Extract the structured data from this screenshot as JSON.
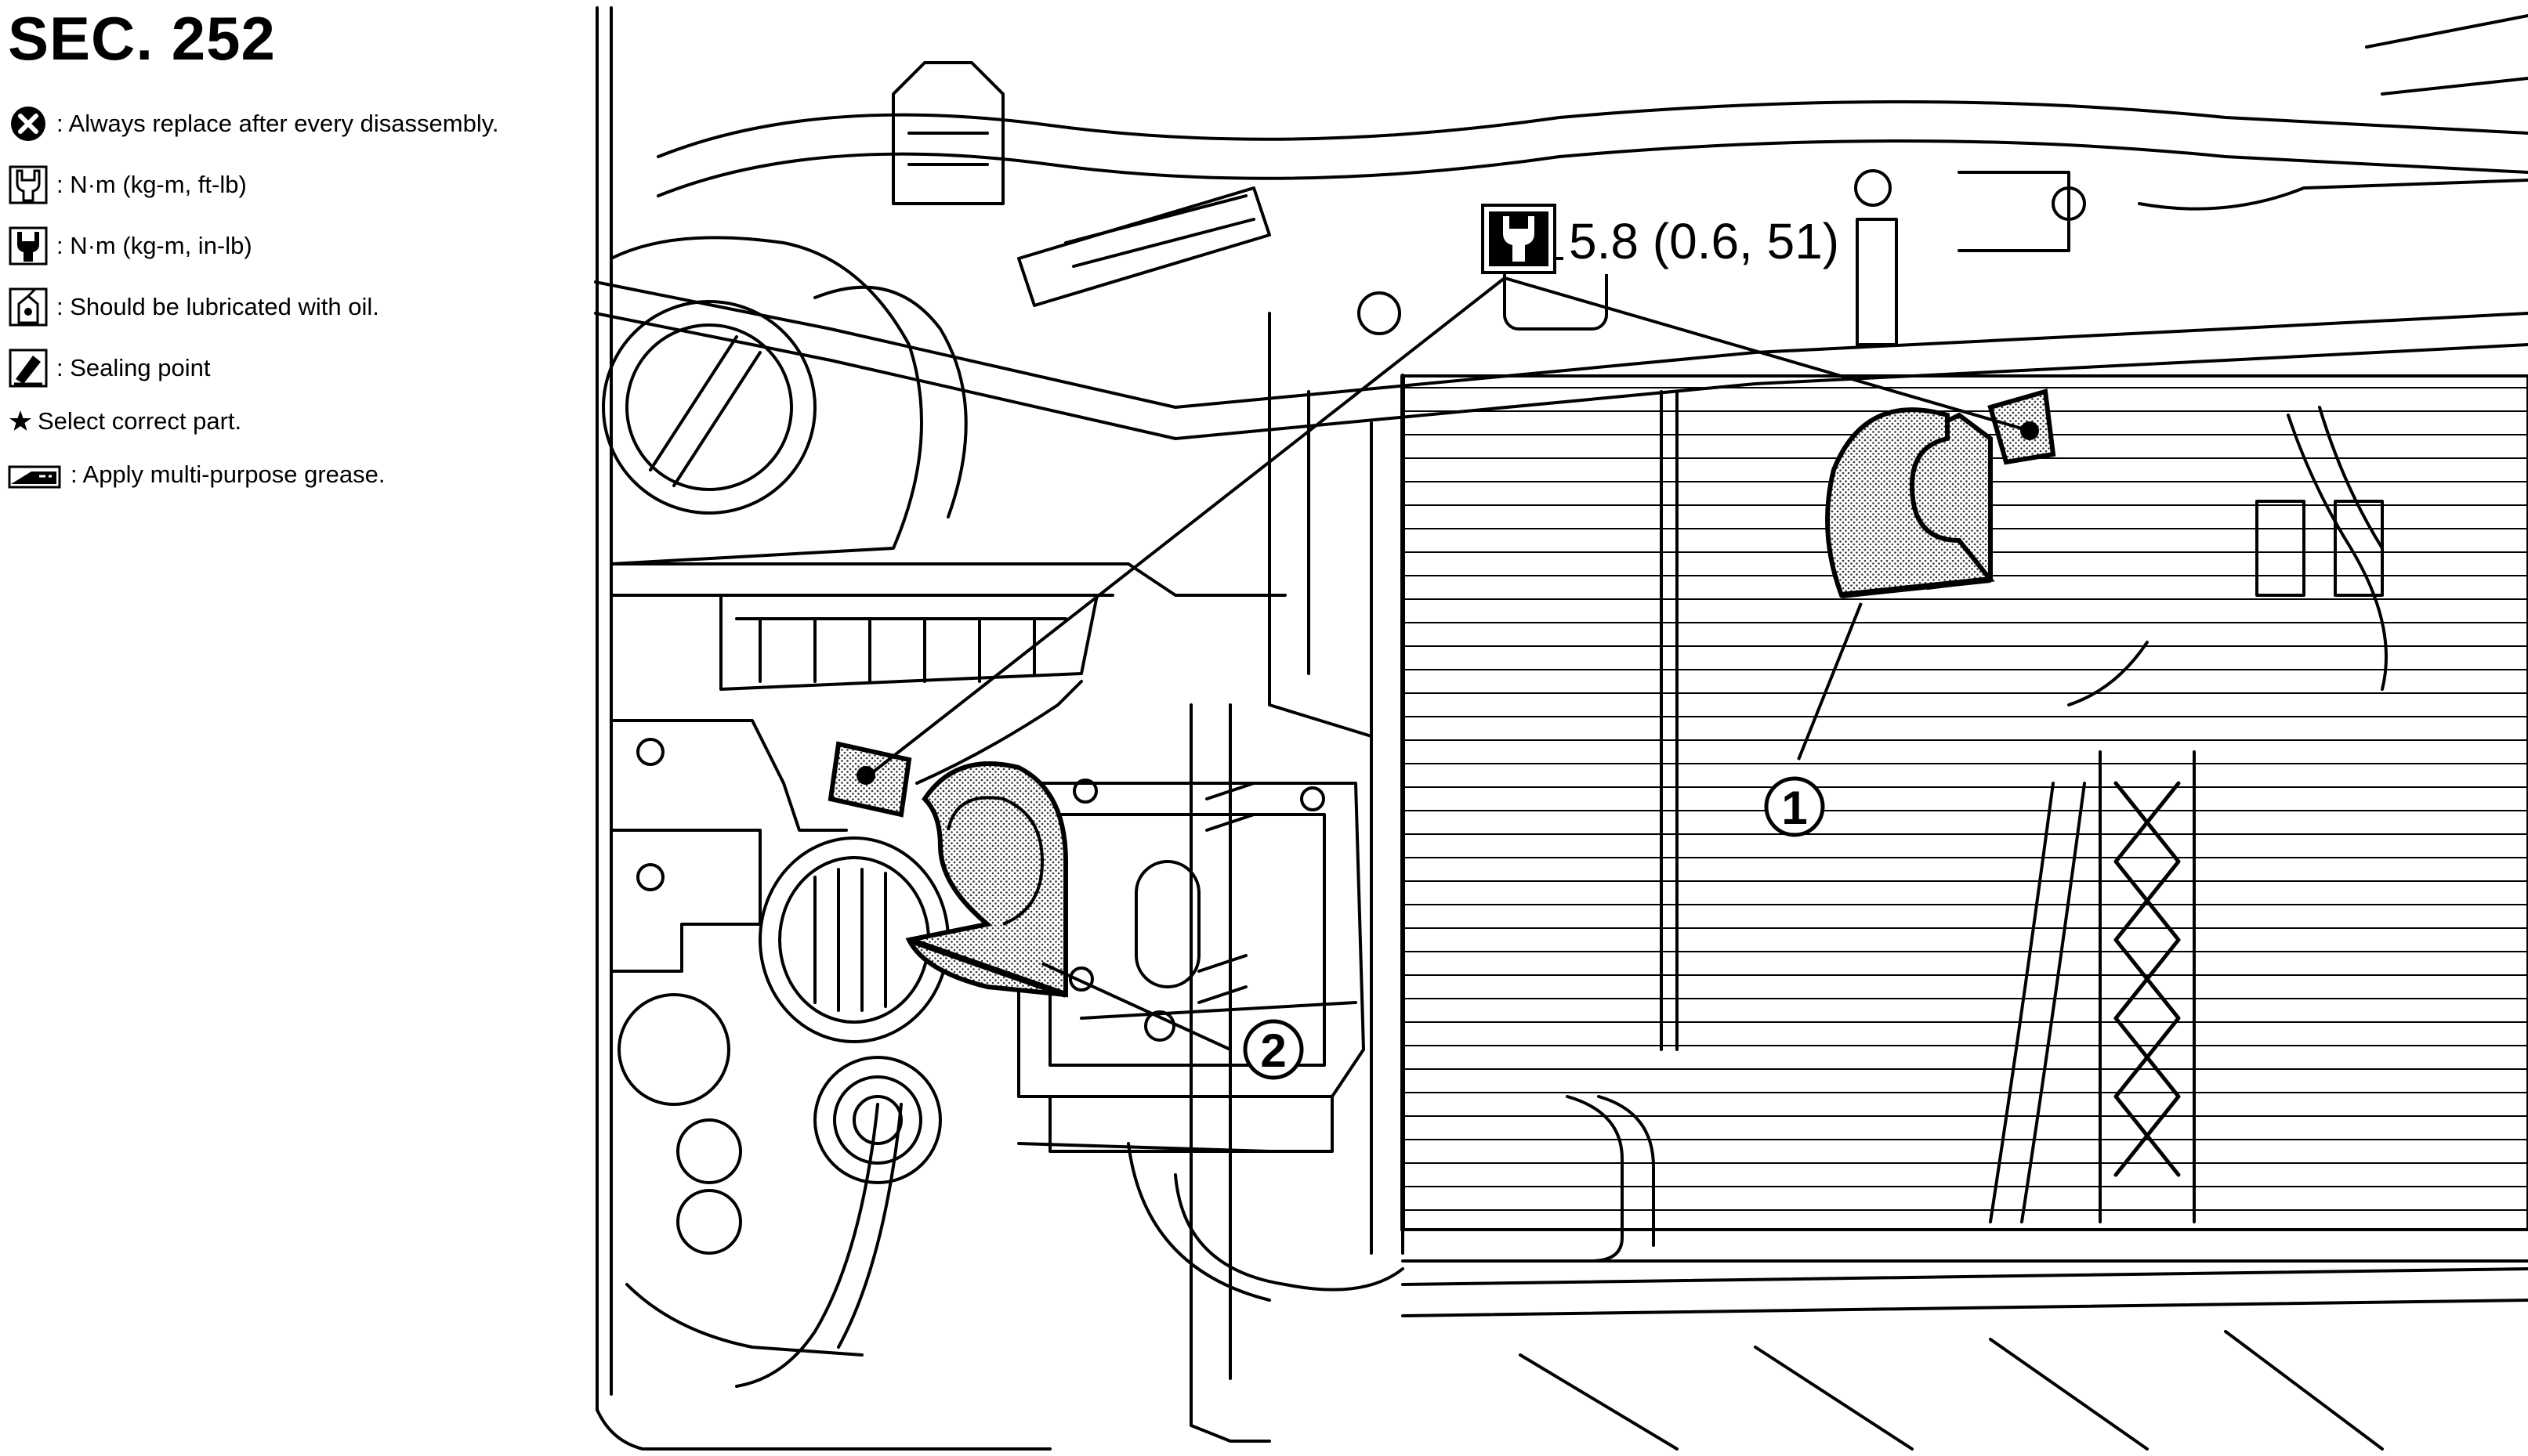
{
  "section": "SEC. 252",
  "legend": [
    {
      "icon": "circle-x-icon",
      "text": ": Always replace after every disassembly."
    },
    {
      "icon": "torque-wrench-ftlb-icon",
      "text": ": N·m (kg-m, ft-lb)"
    },
    {
      "icon": "torque-wrench-inlb-icon",
      "text": ": N·m (kg-m, in-lb)"
    },
    {
      "icon": "oil-can-icon",
      "text": ": Should be lubricated with oil."
    },
    {
      "icon": "sealing-point-icon",
      "text": ": Sealing point"
    },
    {
      "icon": "star-icon",
      "text": "Select correct part."
    },
    {
      "icon": "grease-icon",
      "text": ": Apply multi-purpose grease."
    }
  ],
  "diagram": {
    "torque_icon": "torque-wrench-inlb-icon",
    "torque_spec": "5.8 (0.6, 51)",
    "callouts": [
      {
        "number": "1",
        "part": "horn-high"
      },
      {
        "number": "2",
        "part": "horn-low"
      }
    ],
    "highlight_color": "#333333"
  }
}
